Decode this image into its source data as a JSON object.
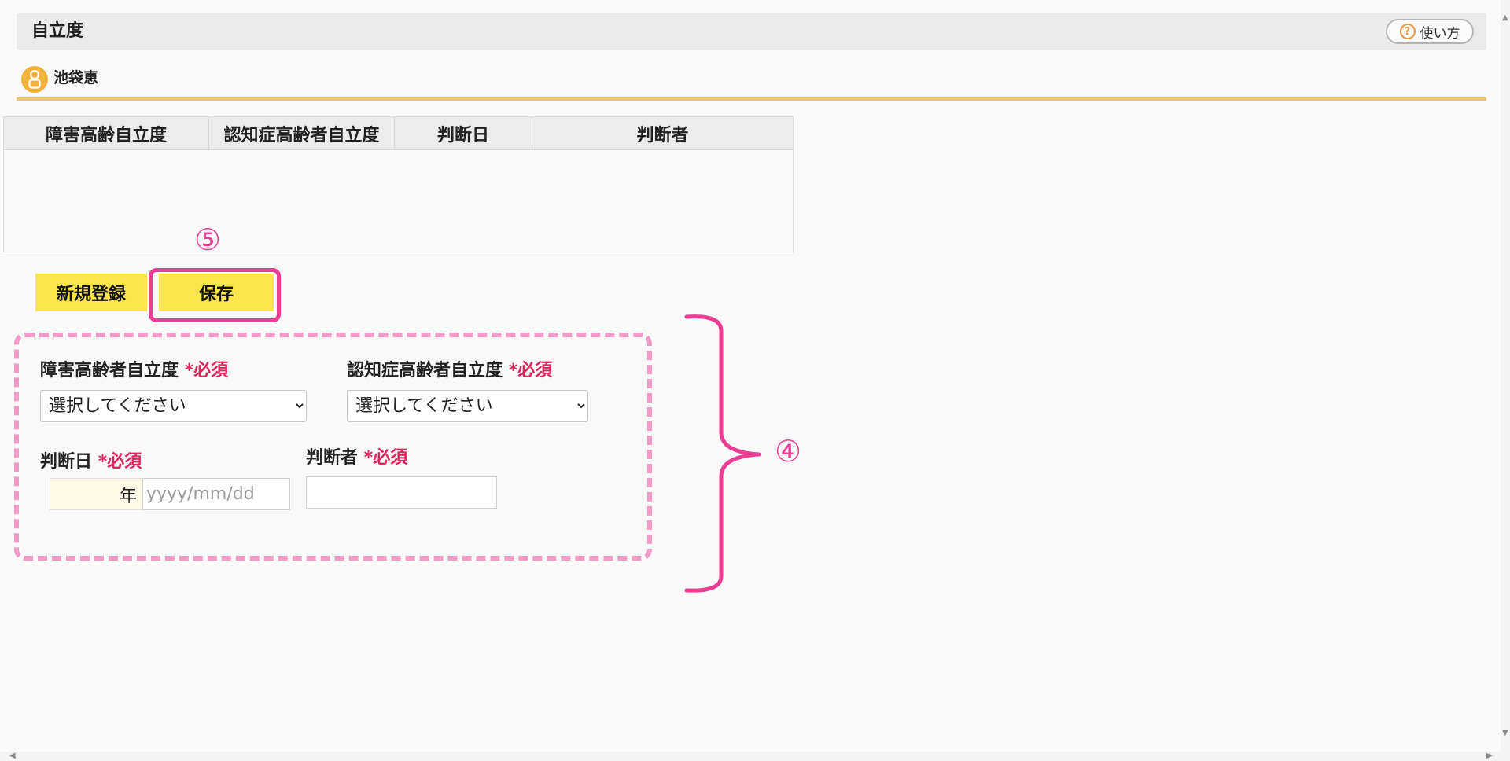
{
  "header": {
    "title": "自立度",
    "help_label": "使い方"
  },
  "user": {
    "name": "池袋恵"
  },
  "table": {
    "columns": [
      "障害高齢自立度",
      "認知症高齢者自立度",
      "判断日",
      "判断者"
    ],
    "rows": []
  },
  "toolbar": {
    "new_label": "新規登録",
    "save_label": "保存"
  },
  "annotations": {
    "save_marker": "⑤",
    "form_marker": "④"
  },
  "form": {
    "required_mark": "*必須",
    "disability_level": {
      "label": "障害高齢者自立度",
      "selected": "選択してください"
    },
    "dementia_level": {
      "label": "認知症高齢者自立度",
      "selected": "選択してください"
    },
    "judgment_date": {
      "label": "判断日",
      "era_suffix": "年",
      "placeholder": "yyyy/mm/dd",
      "value": ""
    },
    "judge": {
      "label": "判断者",
      "value": ""
    }
  },
  "colors": {
    "accent_yellow": "#fbe54c",
    "annotation_pink": "#ec3d93",
    "divider": "#efc66d",
    "required": "#e0245e"
  }
}
